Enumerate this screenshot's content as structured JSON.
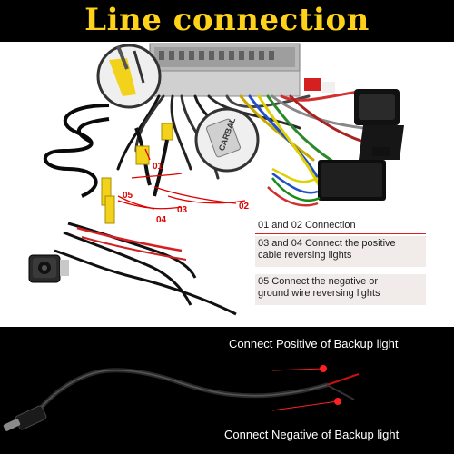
{
  "title": "Line connection",
  "callouts": [
    "01",
    "02",
    "03",
    "04",
    "05"
  ],
  "callout_labels": {
    "rca_tag": "CARBAL"
  },
  "legend": [
    "01 and 02 Connection",
    "03 and 04 Connect the positive\ncable reversing lights",
    "05 Connect the negative or\nground wire reversing lights"
  ],
  "bottom": {
    "positive_label": "Connect Positive of Backup light",
    "negative_label": "Connect Negative of Backup light"
  },
  "colors": {
    "banner_text": "#ffd21a",
    "wire_red": "#e00000",
    "rca_yellow": "#f2d21b"
  }
}
